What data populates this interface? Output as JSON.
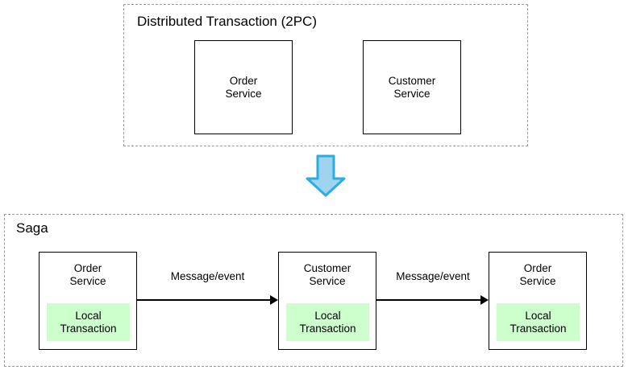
{
  "diagram": {
    "title_top": "Distributed Transaction (2PC)",
    "title_bottom": "Saga",
    "colors": {
      "local_transaction_fill": "#ccffcc",
      "box_border": "#000000",
      "group_border": "#9a9a9a",
      "blue_arrow_fill": "#9ed4f0",
      "blue_arrow_stroke": "#2badde"
    }
  },
  "top_section": {
    "label": "Distributed Transaction (2PC)",
    "services": [
      {
        "name": "Order\nService"
      },
      {
        "name": "Customer\nService"
      }
    ]
  },
  "transition": {
    "icon": "down-arrow-icon"
  },
  "bottom_section": {
    "label": "Saga",
    "services": [
      {
        "name": "Order\nService",
        "local_transaction": "Local\nTransaction"
      },
      {
        "name": "Customer\nService",
        "local_transaction": "Local\nTransaction"
      },
      {
        "name": "Order\nService",
        "local_transaction": "Local\nTransaction"
      }
    ],
    "edges": [
      {
        "label": "Message/event"
      },
      {
        "label": "Message/event"
      }
    ]
  }
}
